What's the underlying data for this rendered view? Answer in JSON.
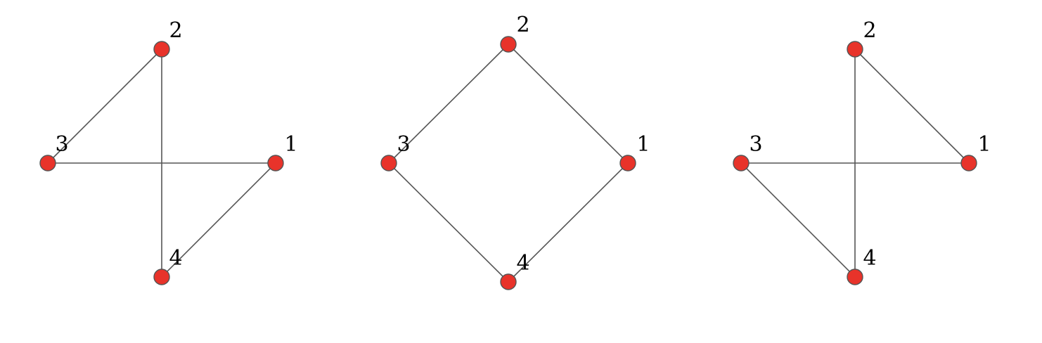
{
  "colors": {
    "node_fill": "#e8332a",
    "node_stroke": "#555555",
    "edge": "#555555",
    "label": "#000000",
    "background": "#ffffff"
  },
  "graphs": [
    {
      "nodes": [
        {
          "id": "1",
          "label": "1"
        },
        {
          "id": "2",
          "label": "2"
        },
        {
          "id": "3",
          "label": "3"
        },
        {
          "id": "4",
          "label": "4"
        }
      ],
      "edges": [
        [
          "2",
          "3"
        ],
        [
          "2",
          "4"
        ],
        [
          "3",
          "1"
        ],
        [
          "1",
          "4"
        ]
      ]
    },
    {
      "nodes": [
        {
          "id": "1",
          "label": "1"
        },
        {
          "id": "2",
          "label": "2"
        },
        {
          "id": "3",
          "label": "3"
        },
        {
          "id": "4",
          "label": "4"
        }
      ],
      "edges": [
        [
          "2",
          "3"
        ],
        [
          "2",
          "1"
        ],
        [
          "3",
          "4"
        ],
        [
          "1",
          "4"
        ]
      ]
    },
    {
      "nodes": [
        {
          "id": "1",
          "label": "1"
        },
        {
          "id": "2",
          "label": "2"
        },
        {
          "id": "3",
          "label": "3"
        },
        {
          "id": "4",
          "label": "4"
        }
      ],
      "edges": [
        [
          "2",
          "1"
        ],
        [
          "2",
          "4"
        ],
        [
          "3",
          "1"
        ],
        [
          "3",
          "4"
        ]
      ]
    }
  ]
}
